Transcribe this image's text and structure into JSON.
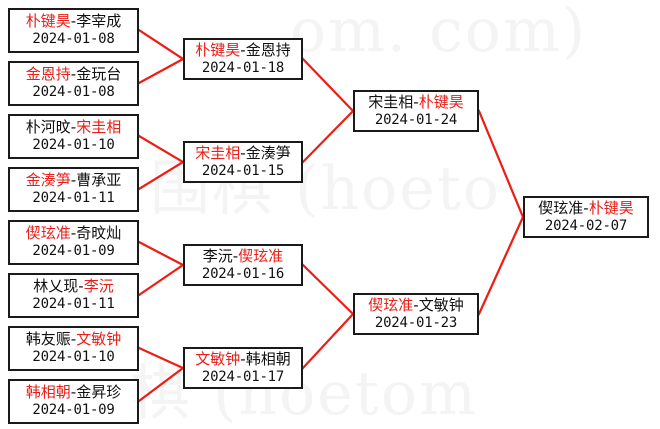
{
  "diagram": {
    "type": "single-elimination-tournament-bracket",
    "accent_winner_color": "#e8201b",
    "text_color": "#111111",
    "box_border_color": "#1a1a1a",
    "connector_color": "#ee1c12",
    "background": "#ffffff"
  },
  "watermark": {
    "line1": "om. com)",
    "line2": "围棋 (hoeto",
    "line3": "棋 (hoetom"
  },
  "rounds": [
    {
      "name": "round-1",
      "matches": [
        {
          "winner": "朴键昊",
          "loser": "李宰成",
          "winner_side": "left",
          "date": "2024-01-08"
        },
        {
          "winner": "金恩持",
          "loser": "金玩台",
          "winner_side": "left",
          "date": "2024-01-08"
        },
        {
          "winner": "宋圭相",
          "loser": "朴河旼",
          "winner_side": "right",
          "date": "2024-01-10"
        },
        {
          "winner": "金湊笋",
          "loser": "曹承亚",
          "winner_side": "left",
          "date": "2024-01-11"
        },
        {
          "winner": "偰玹准",
          "loser": "奇旼灿",
          "winner_side": "left",
          "date": "2024-01-09"
        },
        {
          "winner": "李沅",
          "loser": "林乂现",
          "winner_side": "right",
          "date": "2024-01-11"
        },
        {
          "winner": "文敏钟",
          "loser": "韩友赈",
          "winner_side": "right",
          "date": "2024-01-10"
        },
        {
          "winner": "韩相朝",
          "loser": "金昇珍",
          "winner_side": "left",
          "date": "2024-01-09"
        }
      ]
    },
    {
      "name": "round-2",
      "matches": [
        {
          "winner": "朴键昊",
          "loser": "金恩持",
          "winner_side": "left",
          "date": "2024-01-18"
        },
        {
          "winner": "宋圭相",
          "loser": "金湊笋",
          "winner_side": "left",
          "date": "2024-01-15"
        },
        {
          "winner": "偰玹准",
          "loser": "李沅",
          "winner_side": "right",
          "date": "2024-01-16"
        },
        {
          "winner": "文敏钟",
          "loser": "韩相朝",
          "winner_side": "left",
          "date": "2024-01-17"
        }
      ]
    },
    {
      "name": "semifinal",
      "matches": [
        {
          "winner": "朴键昊",
          "loser": "宋圭相",
          "winner_side": "right",
          "date": "2024-01-24"
        },
        {
          "winner": "偰玹准",
          "loser": "文敏钟",
          "winner_side": "left",
          "date": "2024-01-23"
        }
      ]
    },
    {
      "name": "final",
      "matches": [
        {
          "winner": "朴键昊",
          "loser": "偰玹准",
          "winner_side": "right",
          "date": "2024-02-07"
        }
      ]
    }
  ]
}
